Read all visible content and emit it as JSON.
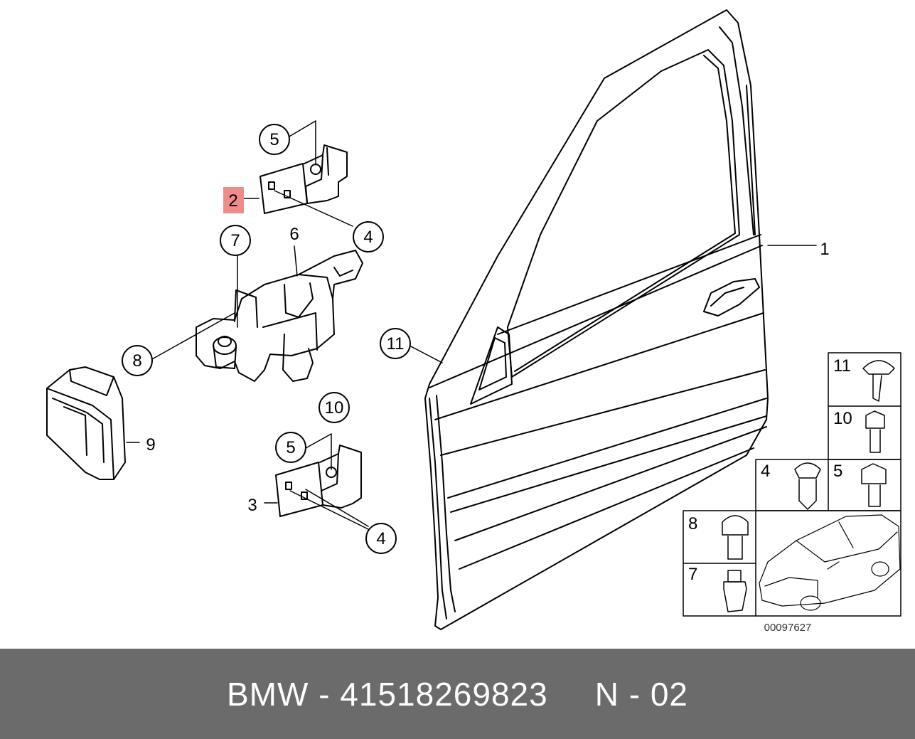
{
  "diagram": {
    "callouts": {
      "c1": "1",
      "c2": "2",
      "c3": "3",
      "c4_top": "4",
      "c4_bottom": "4",
      "c5_top": "5",
      "c5_bottom": "5",
      "c6": "6",
      "c7": "7",
      "c8": "8",
      "c9": "9",
      "c10": "10",
      "c11": "11"
    },
    "highlight_color": "#f08b8b",
    "parts_table": {
      "r11": "11",
      "r10": "10",
      "r4": "4",
      "r5": "5",
      "r8": "8",
      "r7": "7"
    },
    "diagram_code": "00097627"
  },
  "footer": {
    "brand": "BMW - 41518269823",
    "variant": "N - 02"
  }
}
